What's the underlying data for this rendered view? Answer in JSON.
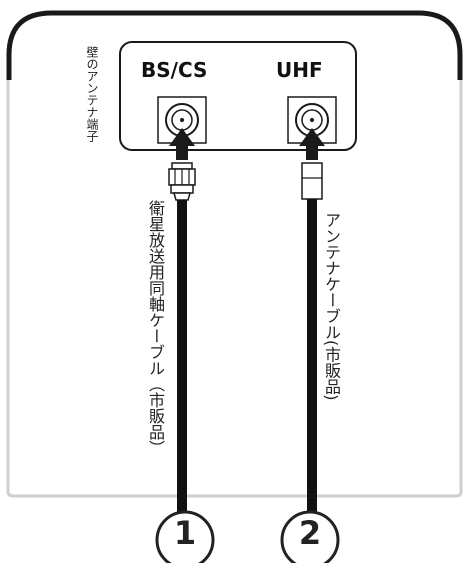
{
  "wall": {
    "label": "壁のアンテナ端子"
  },
  "ports": [
    {
      "label": "BS/CS"
    },
    {
      "label": "UHF"
    }
  ],
  "cables": [
    {
      "number": "1",
      "label": "衛星放送用同軸ケーブル（市販品）"
    },
    {
      "number": "2",
      "label": "アンテナケーブル(市販品)"
    }
  ]
}
